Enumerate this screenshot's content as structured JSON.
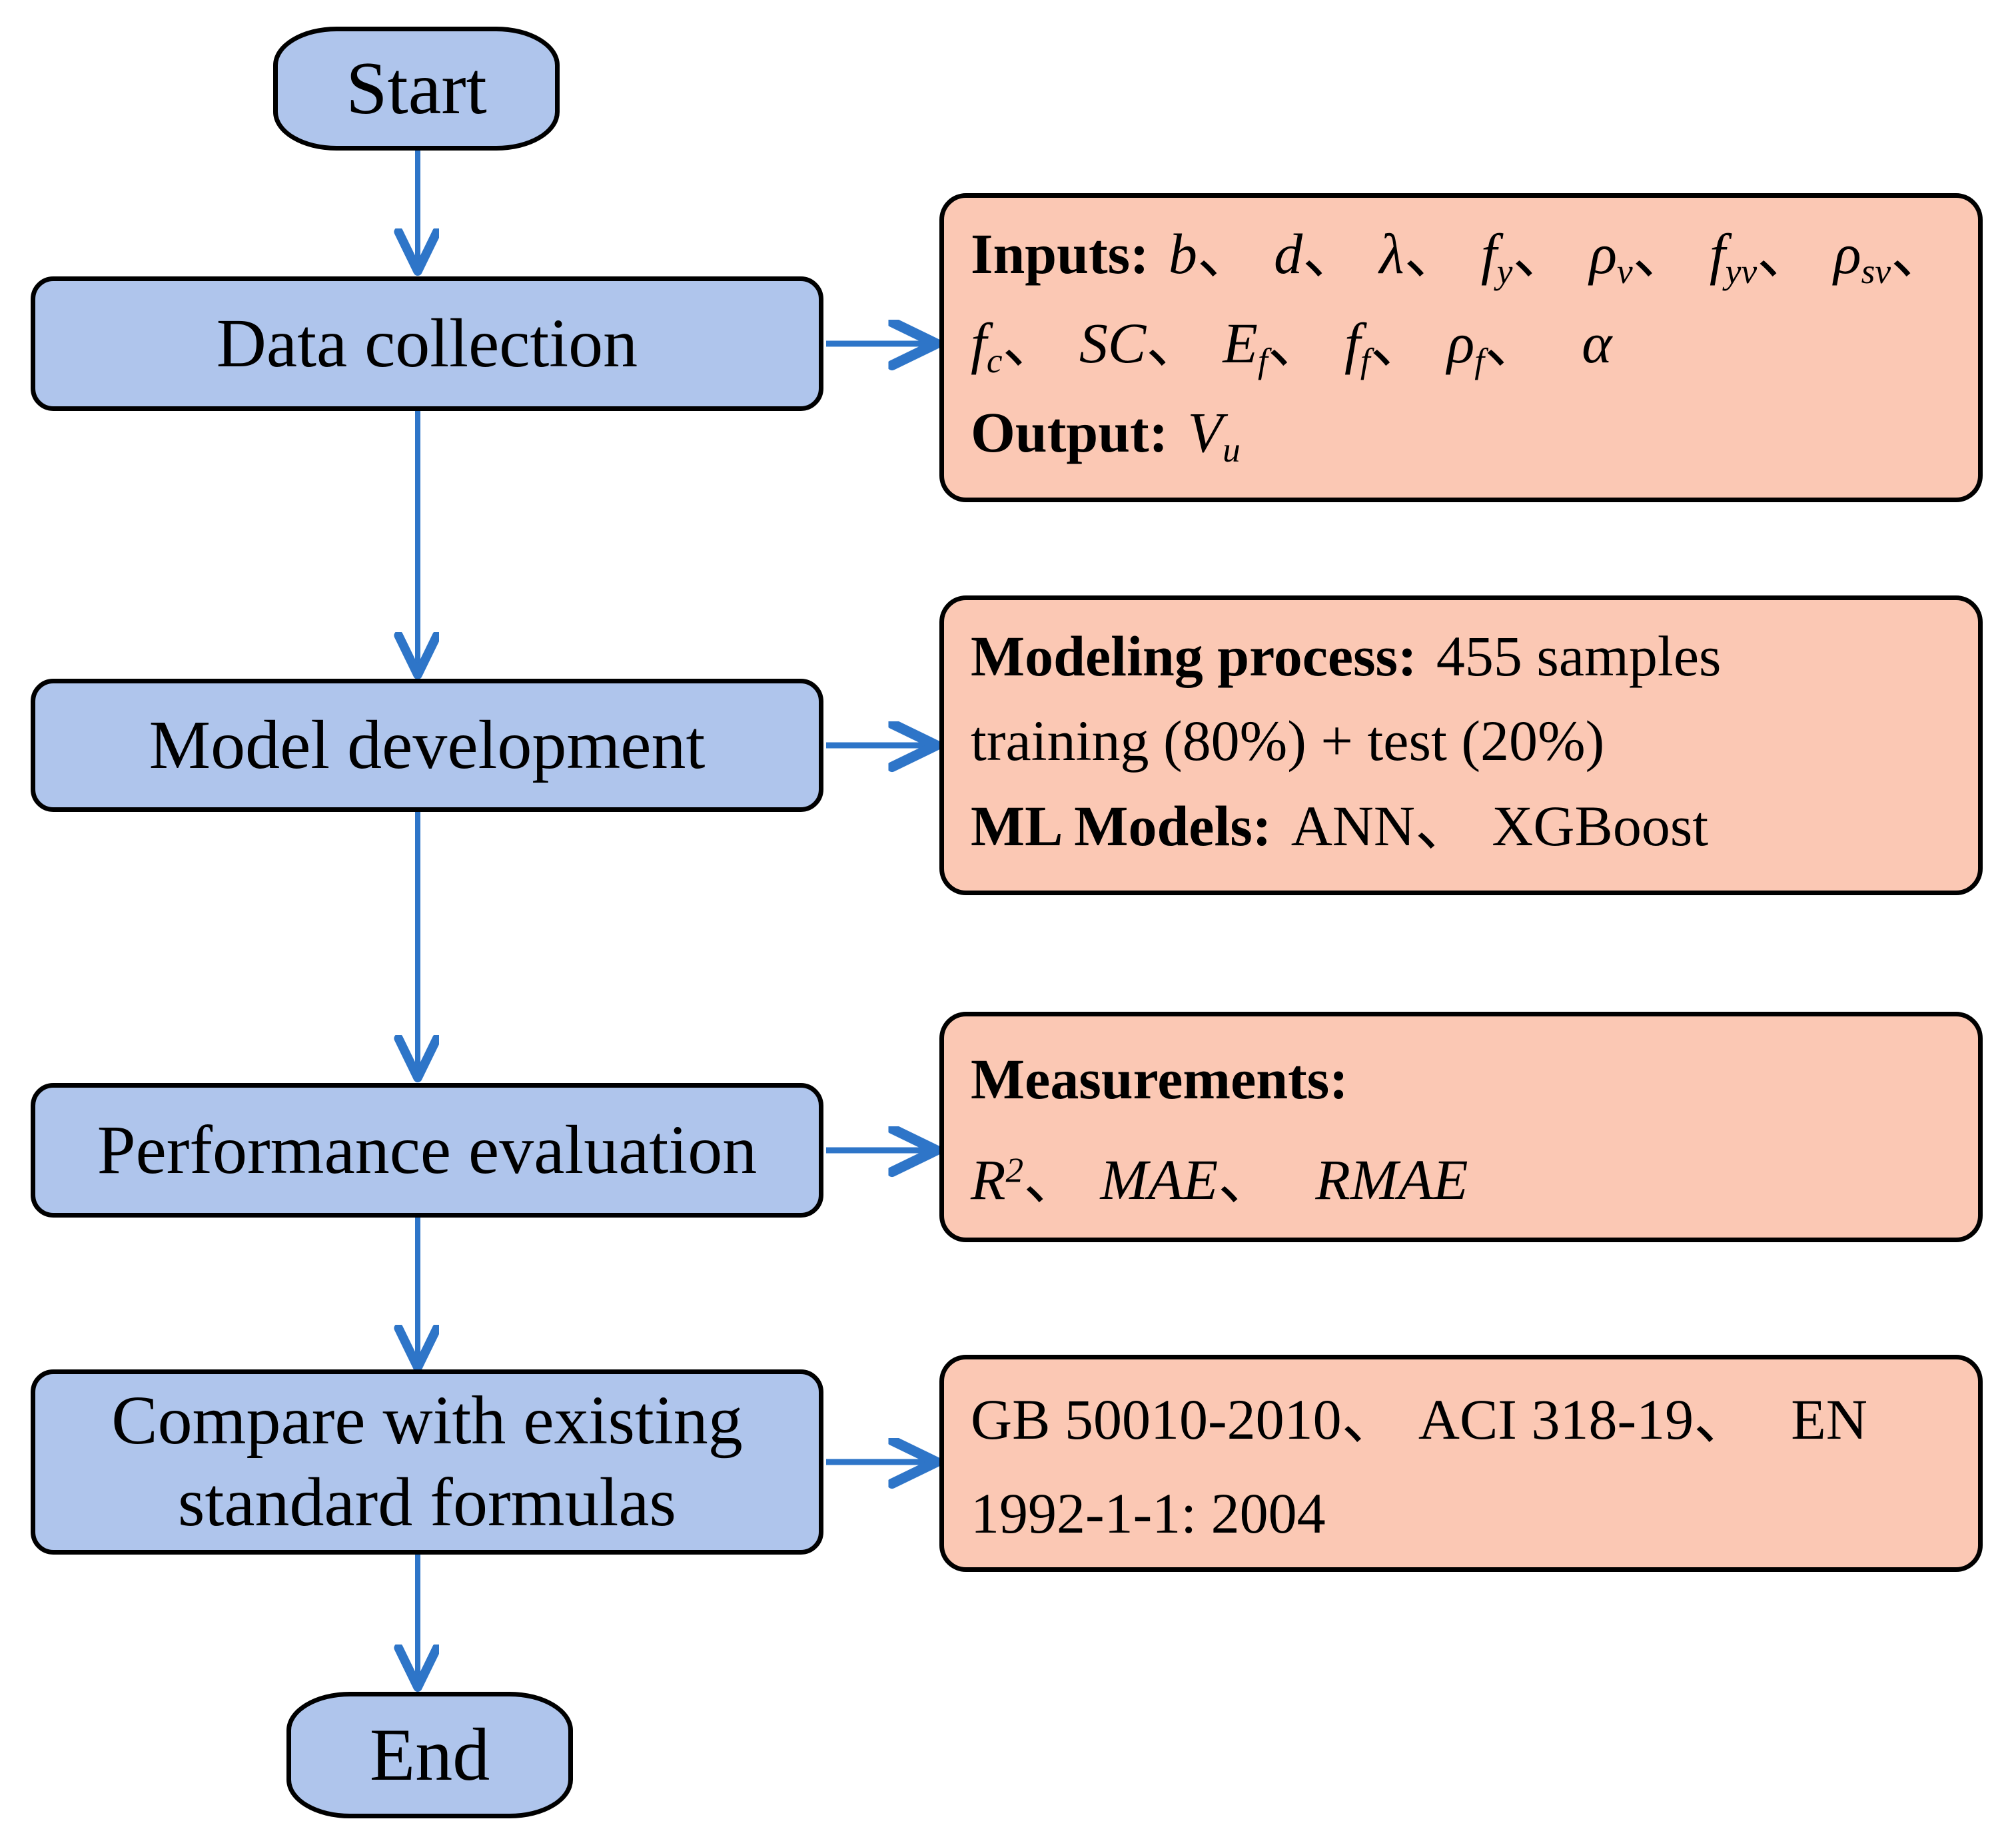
{
  "diagram": {
    "title": "Machine learning research workflow flowchart",
    "colors": {
      "node_fill_blue": "#AFC5EC",
      "node_fill_pink": "#FBC8B4",
      "node_border": "#000000",
      "arrow": "#2E75C8",
      "background": "#FFFFFF"
    }
  },
  "nodes": {
    "start": {
      "label": "Start"
    },
    "data_collection": {
      "label": "Data collection"
    },
    "model_development": {
      "label": "Model development"
    },
    "performance_evaluation": {
      "label": "Performance evaluation"
    },
    "compare_standards": {
      "label_line1": "Compare with existing",
      "label_line2": "standard formulas"
    },
    "end": {
      "label": "End"
    }
  },
  "annotations": {
    "inputs_output": {
      "inputs_label": "Inputs:",
      "inputs_line1": [
        {
          "sym": "b",
          "sep": "、"
        },
        {
          "sym": "d",
          "sep": "、"
        },
        {
          "sym": "λ",
          "sep": "、"
        },
        {
          "sym": "f",
          "subscript": "y",
          "sep": "、"
        },
        {
          "sym": "ρ",
          "subscript": "v",
          "sep": "、"
        },
        {
          "sym": "f",
          "subscript": "yv",
          "sep": "、"
        },
        {
          "sym": "ρ",
          "subscript": "sv",
          "sep": "、"
        }
      ],
      "inputs_line2": [
        {
          "sym": "f",
          "subscript": "c",
          "sep": "、"
        },
        {
          "sym": "SC",
          "sep": "、"
        },
        {
          "sym": "E",
          "subscript": "f",
          "sep": "、"
        },
        {
          "sym": "f",
          "subscript": "f",
          "sep": "、"
        },
        {
          "sym": "ρ",
          "subscript": "f",
          "sep": "、"
        },
        {
          "sym": "α",
          "sep": ""
        }
      ],
      "output_label": "Output:",
      "output_symbol": "V",
      "output_subscript": "u"
    },
    "modeling": {
      "process_label": "Modeling process:",
      "process_value": "455 samples",
      "split_line": "training (80%) + test (20%)",
      "models_label": "ML Models:",
      "models_value_1": "ANN",
      "models_separator": "、",
      "models_value_2": "XGBoost"
    },
    "measurements": {
      "label": "Measurements:",
      "metric_1": "R",
      "metric_1_sup": "2",
      "sep_1": "、",
      "metric_2": "MAE",
      "sep_2": "、",
      "metric_3": "RMAE"
    },
    "standards": {
      "line1_a": "GB 50010-2010",
      "line1_sep_a": "、",
      "line1_b": "ACI 318-19",
      "line1_sep_b": "、",
      "line1_c": "EN",
      "line2": "1992-1-1: 2004"
    }
  },
  "edges": [
    {
      "name": "start-to-data-collection",
      "from": "start",
      "to": "data_collection",
      "direction": "down"
    },
    {
      "name": "data-collection-to-model-development",
      "from": "data_collection",
      "to": "model_development",
      "direction": "down"
    },
    {
      "name": "model-development-to-performance-evaluation",
      "from": "model_development",
      "to": "performance_evaluation",
      "direction": "down"
    },
    {
      "name": "performance-evaluation-to-compare-standards",
      "from": "performance_evaluation",
      "to": "compare_standards",
      "direction": "down"
    },
    {
      "name": "compare-standards-to-end",
      "from": "compare_standards",
      "to": "end",
      "direction": "down"
    },
    {
      "name": "data-collection-to-inputs-output",
      "from": "data_collection",
      "to": "inputs_output",
      "direction": "right"
    },
    {
      "name": "model-development-to-modeling",
      "from": "model_development",
      "to": "modeling",
      "direction": "right"
    },
    {
      "name": "performance-evaluation-to-measurements",
      "from": "performance_evaluation",
      "to": "measurements",
      "direction": "right"
    },
    {
      "name": "compare-standards-to-standards",
      "from": "compare_standards",
      "to": "standards",
      "direction": "right"
    }
  ]
}
